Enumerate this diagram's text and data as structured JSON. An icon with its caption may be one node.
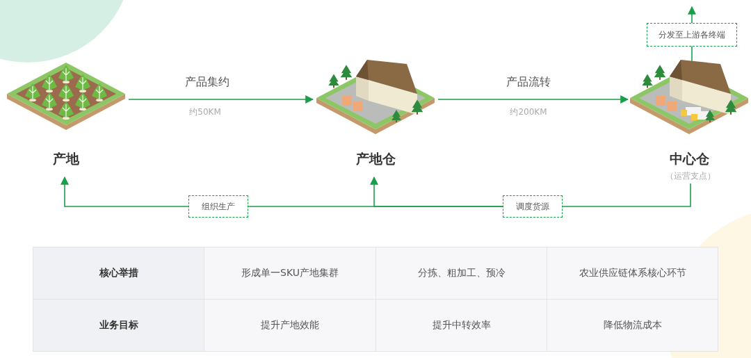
{
  "diagram": {
    "nodes": [
      {
        "text": [
          "产地"
        ]
      },
      {
        "text": [
          "产地仓"
        ]
      },
      {
        "text": [
          "中心仓"
        ]
      },
      {
        "text": [
          "分发至上游各终端"
        ]
      },
      {
        "text": [
          "组织生产"
        ]
      },
      {
        "text": [
          "调度货源"
        ]
      }
    ],
    "edges": [
      {
        "from": 0,
        "to": 1,
        "arrow": "to",
        "label": "产品集约"
      },
      {
        "from": 1,
        "to": 2,
        "arrow": "to",
        "label": "产品流转"
      },
      {
        "from": 2,
        "to": 3,
        "arrow": "none"
      },
      {
        "from": 3,
        "to": null,
        "arrow": "to"
      },
      {
        "from": 2,
        "to": 5,
        "arrow": "none"
      },
      {
        "from": 5,
        "to": 1,
        "arrow": "to"
      },
      {
        "from": 5,
        "to": 4,
        "arrow": "none"
      },
      {
        "from": 4,
        "to": 0,
        "arrow": "to"
      }
    ],
    "labels": [
      "约50KM",
      "约200KM",
      "（运营支点）",
      "核心举措",
      "形成单一SKU产地集群",
      "分拣、粗加工、预冷",
      "农业供应链体系核心环节",
      "业务目标",
      "提升产地效能",
      "提升中转效率",
      "降低物流成本"
    ]
  }
}
